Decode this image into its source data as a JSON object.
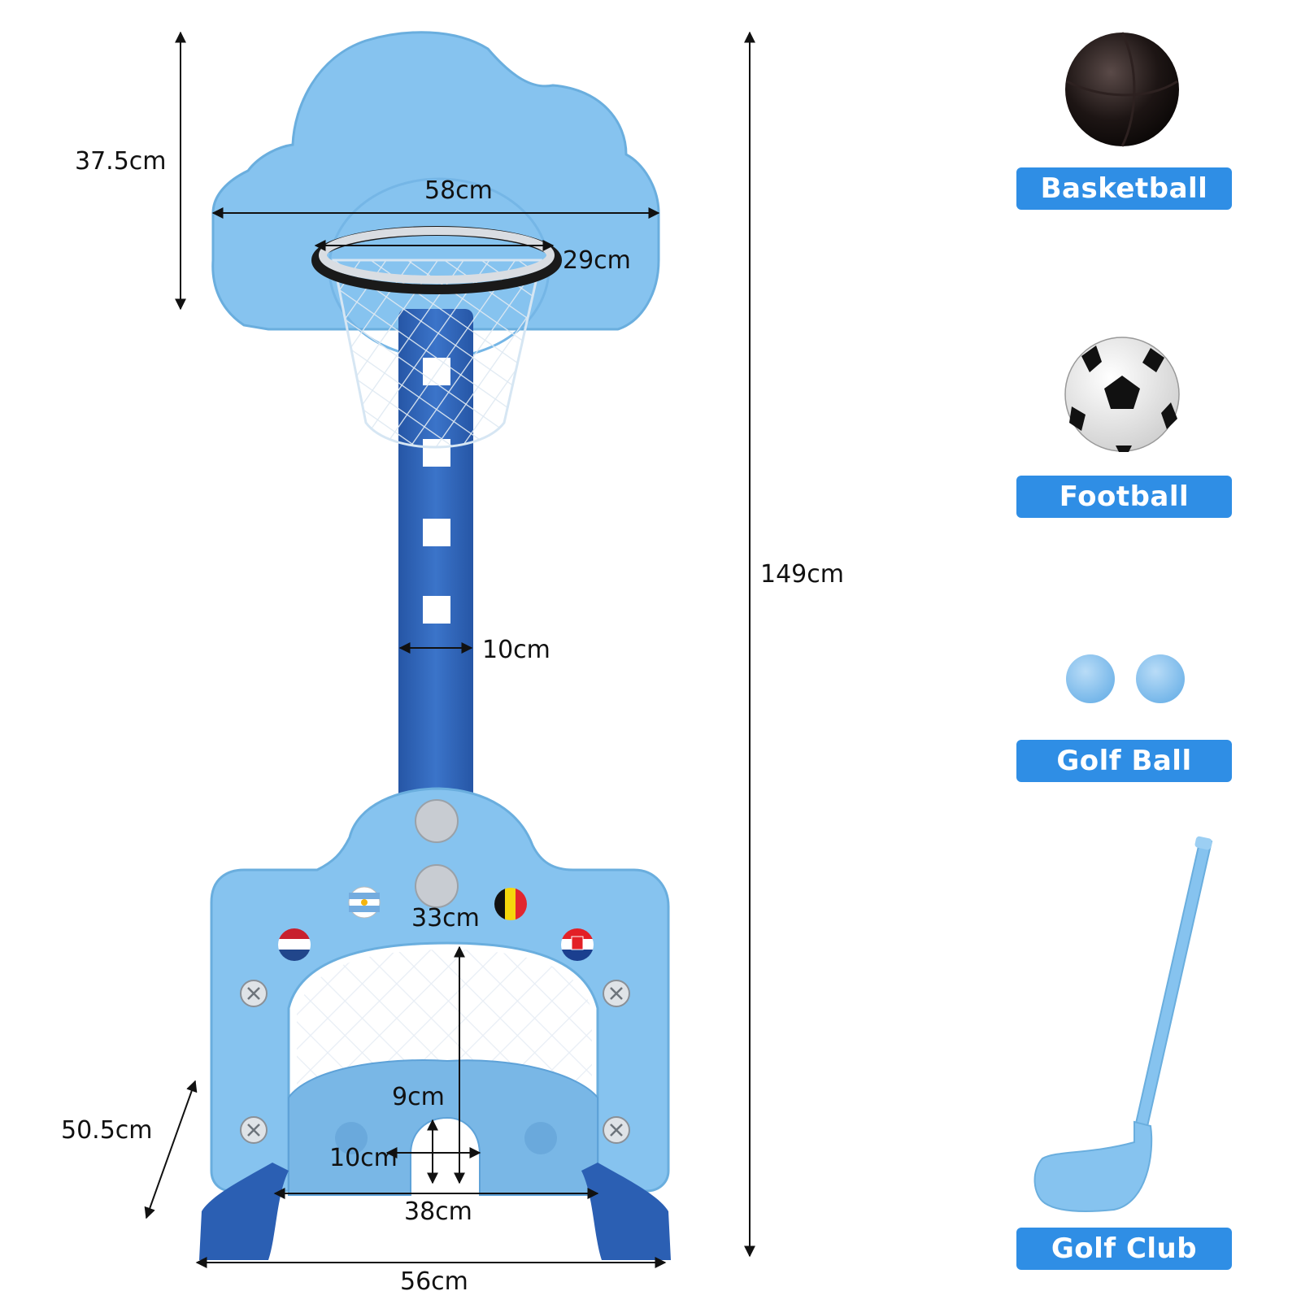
{
  "dimensions": {
    "backboard_height": "37.5cm",
    "backboard_width": "58cm",
    "hoop_diameter": "29cm",
    "total_height": "149cm",
    "pole_width": "10cm",
    "goal_height": "33cm",
    "base_arch_height": "9cm",
    "base_gap": "10cm",
    "goal_width": "38cm",
    "goal_depth": "50.5cm",
    "base_width": "56cm"
  },
  "accessories": [
    {
      "label": "Basketball",
      "icon": "basketball-icon"
    },
    {
      "label": "Football",
      "icon": "football-icon"
    },
    {
      "label": "Golf Ball",
      "icon": "golf-ball-icon"
    },
    {
      "label": "Golf Club",
      "icon": "golf-club-icon"
    }
  ],
  "colors": {
    "product_light_blue": "#86c3ef",
    "product_dark_blue": "#2b5fb3",
    "badge_blue": "#2f8ee5",
    "dimension_line": "#111111"
  }
}
